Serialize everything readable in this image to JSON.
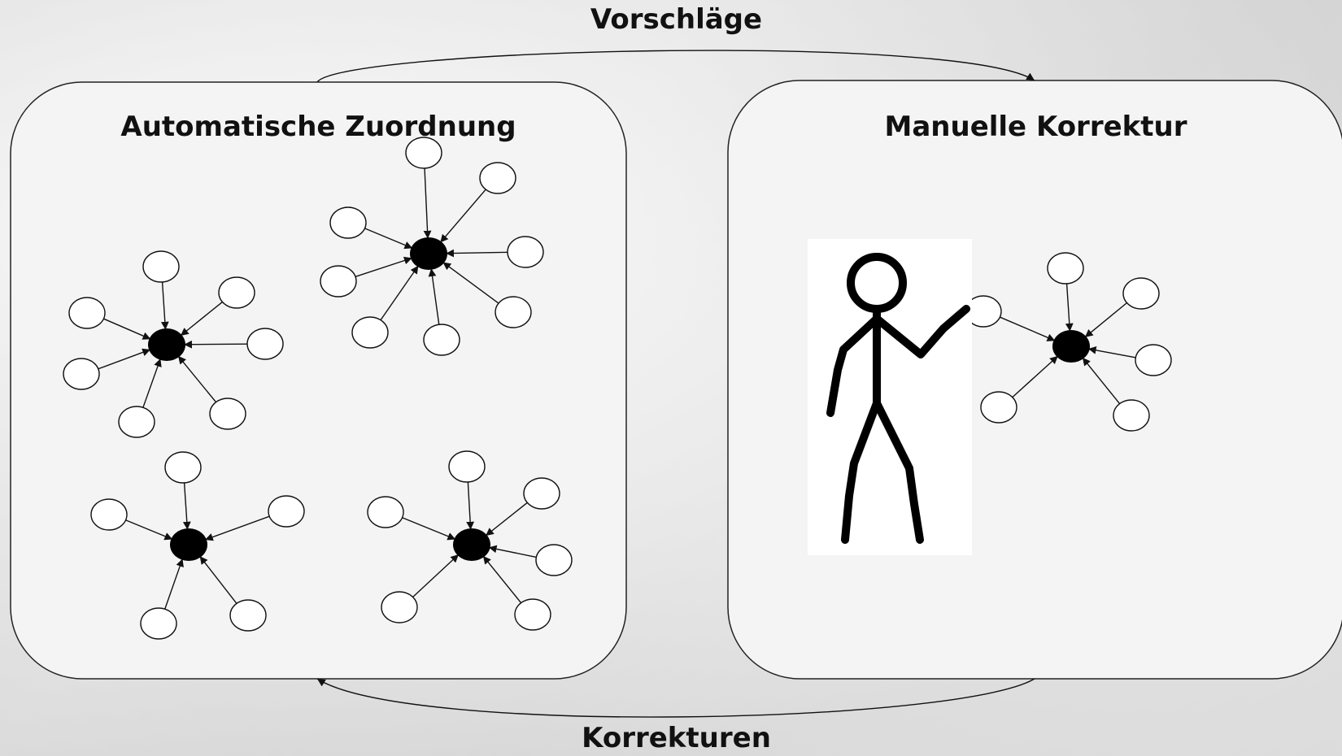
{
  "diagram": {
    "top_arrow_label": "Vorschläge",
    "bottom_arrow_label": "Korrekturen",
    "left_panel": {
      "title": "Automatische Zuordnung"
    },
    "right_panel": {
      "title": "Manuelle Korrektur"
    },
    "colors": {
      "panel_fill": "#f4f4f4",
      "panel_border": "#222222",
      "hub_fill": "#000000",
      "leaf_fill": "#ffffff",
      "stroke": "#111111"
    }
  }
}
